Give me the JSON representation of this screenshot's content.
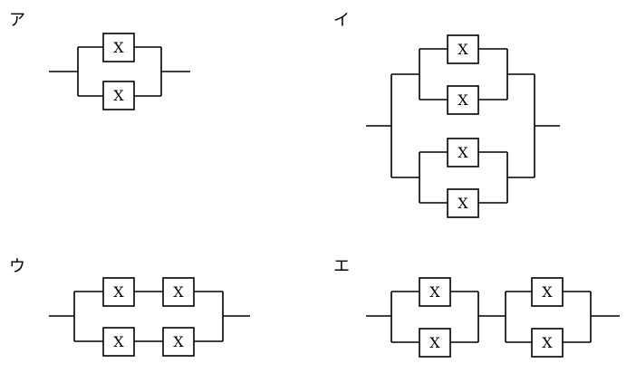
{
  "component_label": "X",
  "diagrams": [
    {
      "id": "a",
      "label": "ア"
    },
    {
      "id": "i",
      "label": "イ"
    },
    {
      "id": "u",
      "label": "ウ"
    },
    {
      "id": "e",
      "label": "エ"
    }
  ]
}
